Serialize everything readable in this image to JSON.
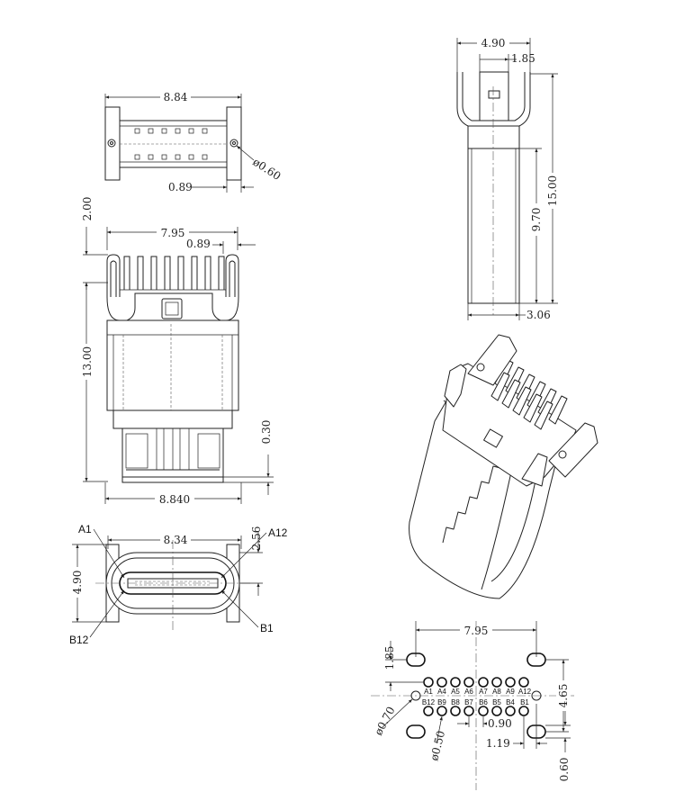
{
  "top_view": {
    "width": "8.84",
    "end_gap": "0.89",
    "hole_dia": "ø0.60"
  },
  "front_view": {
    "pin_span": "7.95",
    "side_offset": "0.89",
    "top_height": "2.00",
    "body_height": "13.00",
    "step": "0.30",
    "bottom_width": "8.840"
  },
  "side_view": {
    "width": "4.90",
    "tab": "1.85",
    "length": "15.00",
    "body_length": "9.70",
    "bottom": "3.06"
  },
  "end_view": {
    "width": "8.34",
    "height": "4.90",
    "offset": "2.56",
    "labels": {
      "a1": "A1",
      "a12": "A12",
      "b12": "B12",
      "b1": "B1"
    }
  },
  "pcb_layout": {
    "pin_span": "7.95",
    "top_offset": "1.85",
    "row_spacing": "4.65",
    "slot_dia": "ø0.70",
    "pad_dia": "ø0.50",
    "pitch": "0.90",
    "slot_offset": "1.19",
    "bottom": "0.60",
    "row_a": [
      "A1",
      "A4",
      "A5",
      "A6",
      "A7",
      "A8",
      "A9",
      "A12"
    ],
    "row_b": [
      "B12",
      "B9",
      "B8",
      "B7",
      "B6",
      "B5",
      "B4",
      "B1"
    ]
  }
}
